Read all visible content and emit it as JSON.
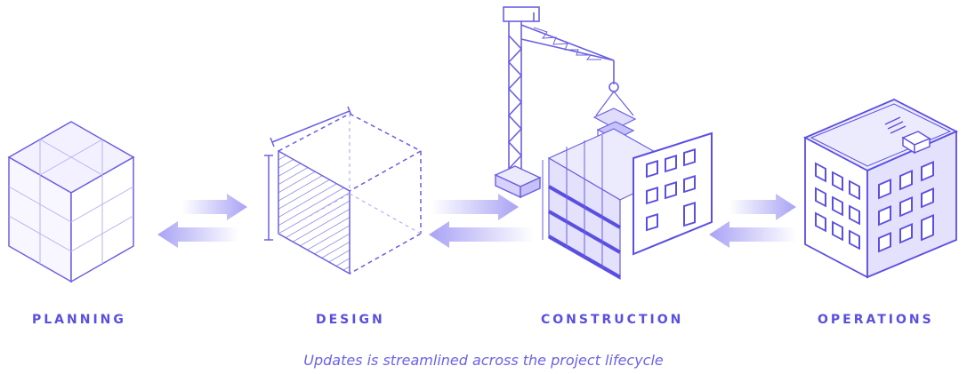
{
  "stages": [
    {
      "id": "planning",
      "label": "PLANNING"
    },
    {
      "id": "design",
      "label": "DESIGN"
    },
    {
      "id": "construction",
      "label": "CONSTRUCTION"
    },
    {
      "id": "operations",
      "label": "OPERATIONS"
    }
  ],
  "caption": "Updates is streamlined across the project lifecycle",
  "colors": {
    "accent": "#5a4fe0",
    "line": "#6a60e0",
    "light_fill": "#d6d2fb",
    "arrow": "#a9a3f5"
  },
  "icons": [
    "wireframe-cube-icon",
    "design-cube-icon",
    "construction-crane-icon",
    "office-building-icon",
    "double-arrow-icon"
  ]
}
